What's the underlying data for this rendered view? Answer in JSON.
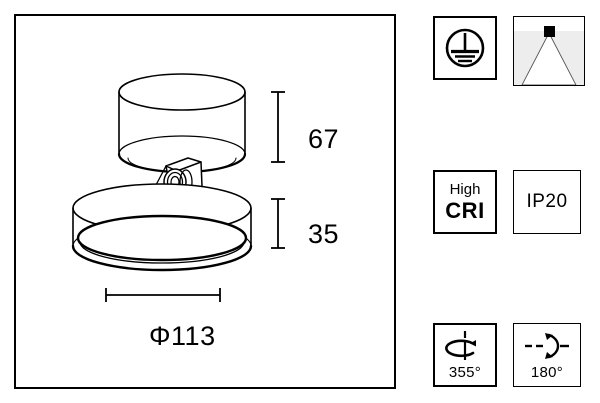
{
  "drawing": {
    "name": "surface-mounted-adjustable-spotlight",
    "dimensions": {
      "height_upper_label": "67",
      "height_lower_label": "35",
      "diameter_label": "Φ113"
    }
  },
  "icons": {
    "class1": {
      "name": "protective-earth-class-1-icon",
      "title": "Class I protective earth"
    },
    "beam": {
      "name": "beam-spread-icon",
      "title": "Beam spread"
    },
    "cri": {
      "name": "high-cri-icon",
      "line1": "High",
      "line2": "CRI"
    },
    "ip_rating": {
      "name": "ip-rating-icon",
      "label": "IP20"
    },
    "rotation": {
      "name": "horizontal-rotation-icon",
      "caption": "355°"
    },
    "tilt": {
      "name": "vertical-tilt-icon",
      "caption": "180°"
    }
  },
  "colors": {
    "line": "#000000",
    "background": "#ffffff",
    "beam_field": "#ededed"
  }
}
